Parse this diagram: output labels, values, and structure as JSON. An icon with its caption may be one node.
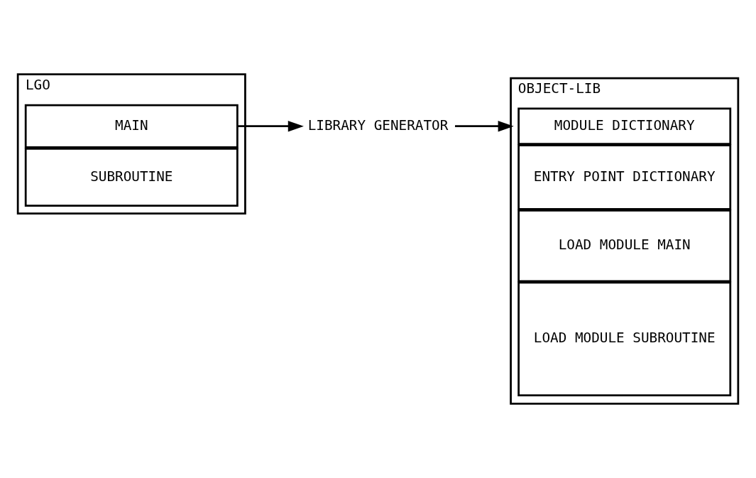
{
  "diagram": {
    "nodes": [
      {
        "text": [
          "LGO"
        ]
      },
      {
        "text": [
          "MAIN"
        ],
        "in": 0
      },
      {
        "text": [
          "SUBROUTINE"
        ],
        "in": 0
      },
      {
        "text": [
          "LIBRARY GENERATOR"
        ]
      },
      {
        "text": [
          "OBJECT-LIB"
        ]
      },
      {
        "text": [
          "MODULE DICTIONARY"
        ],
        "in": 4
      },
      {
        "text": [
          "ENTRY POINT DICTIONARY"
        ],
        "in": 4
      },
      {
        "text": [
          "LOAD MODULE MAIN"
        ],
        "in": 4
      },
      {
        "text": [
          "LOAD MODULE SUBROUTINE"
        ],
        "in": 4
      }
    ],
    "edges": [
      {
        "from": 1,
        "to": 3,
        "arrow": "to"
      },
      {
        "from": 3,
        "to": 4,
        "arrow": "to"
      }
    ]
  }
}
